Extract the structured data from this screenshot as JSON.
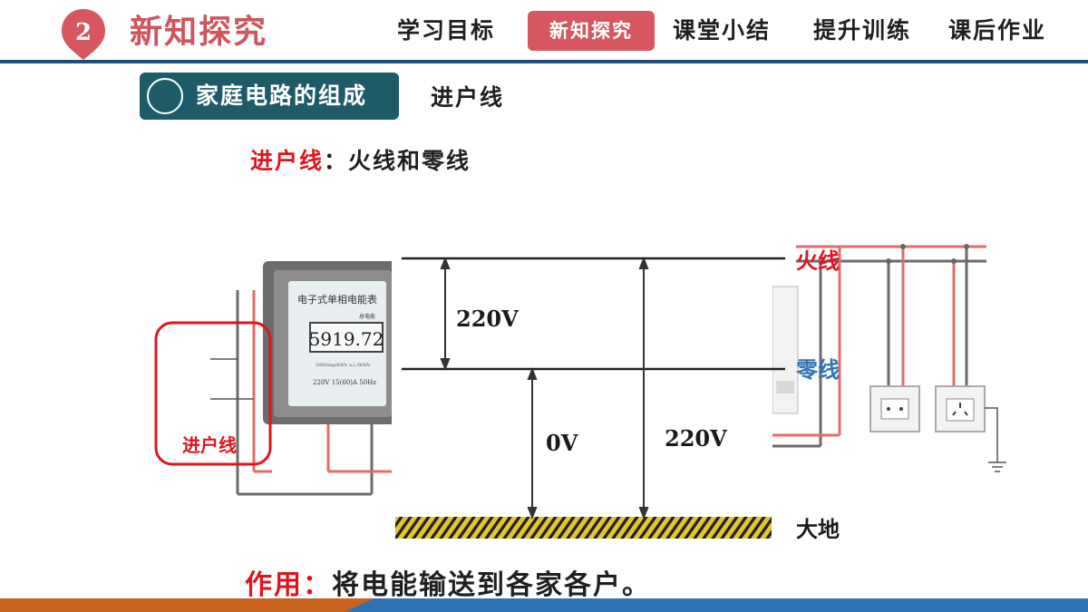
{
  "header": {
    "section_number": "2",
    "section_title": "新知探究",
    "nav": [
      "学习目标",
      "新知探究",
      "课堂小结",
      "提升训练",
      "课后作业"
    ],
    "active_nav": "新知探究"
  },
  "topic": {
    "title": "家庭电路的组成",
    "subtopic": "进户线"
  },
  "definition": {
    "term": "进户线",
    "colon": "：",
    "text": "火线和零线"
  },
  "meter": {
    "title": "电子式单相电能表",
    "small_label": "总电能",
    "reading": "5919.72",
    "small_text": "1600imp/kWh  ±2.0kWh",
    "rating": "220V  15(60)A  50Hz",
    "callout_label": "进户线"
  },
  "diagram": {
    "live_label": "火线",
    "neutral_label": "零线",
    "ground_label": "大地",
    "v_live_neutral": "220V",
    "v_neutral_ground": "0V",
    "v_live_ground": "220V"
  },
  "role": {
    "term": "作用",
    "colon": "：",
    "text": "将电能输送到各家各户。"
  },
  "colors": {
    "accent_red": "#d6575f",
    "term_red": "#e0141e",
    "navy": "#1f4e79",
    "teal": "#1d5b68",
    "neutral_blue": "#2f74b5",
    "ground_yellow": "#e4c530"
  }
}
